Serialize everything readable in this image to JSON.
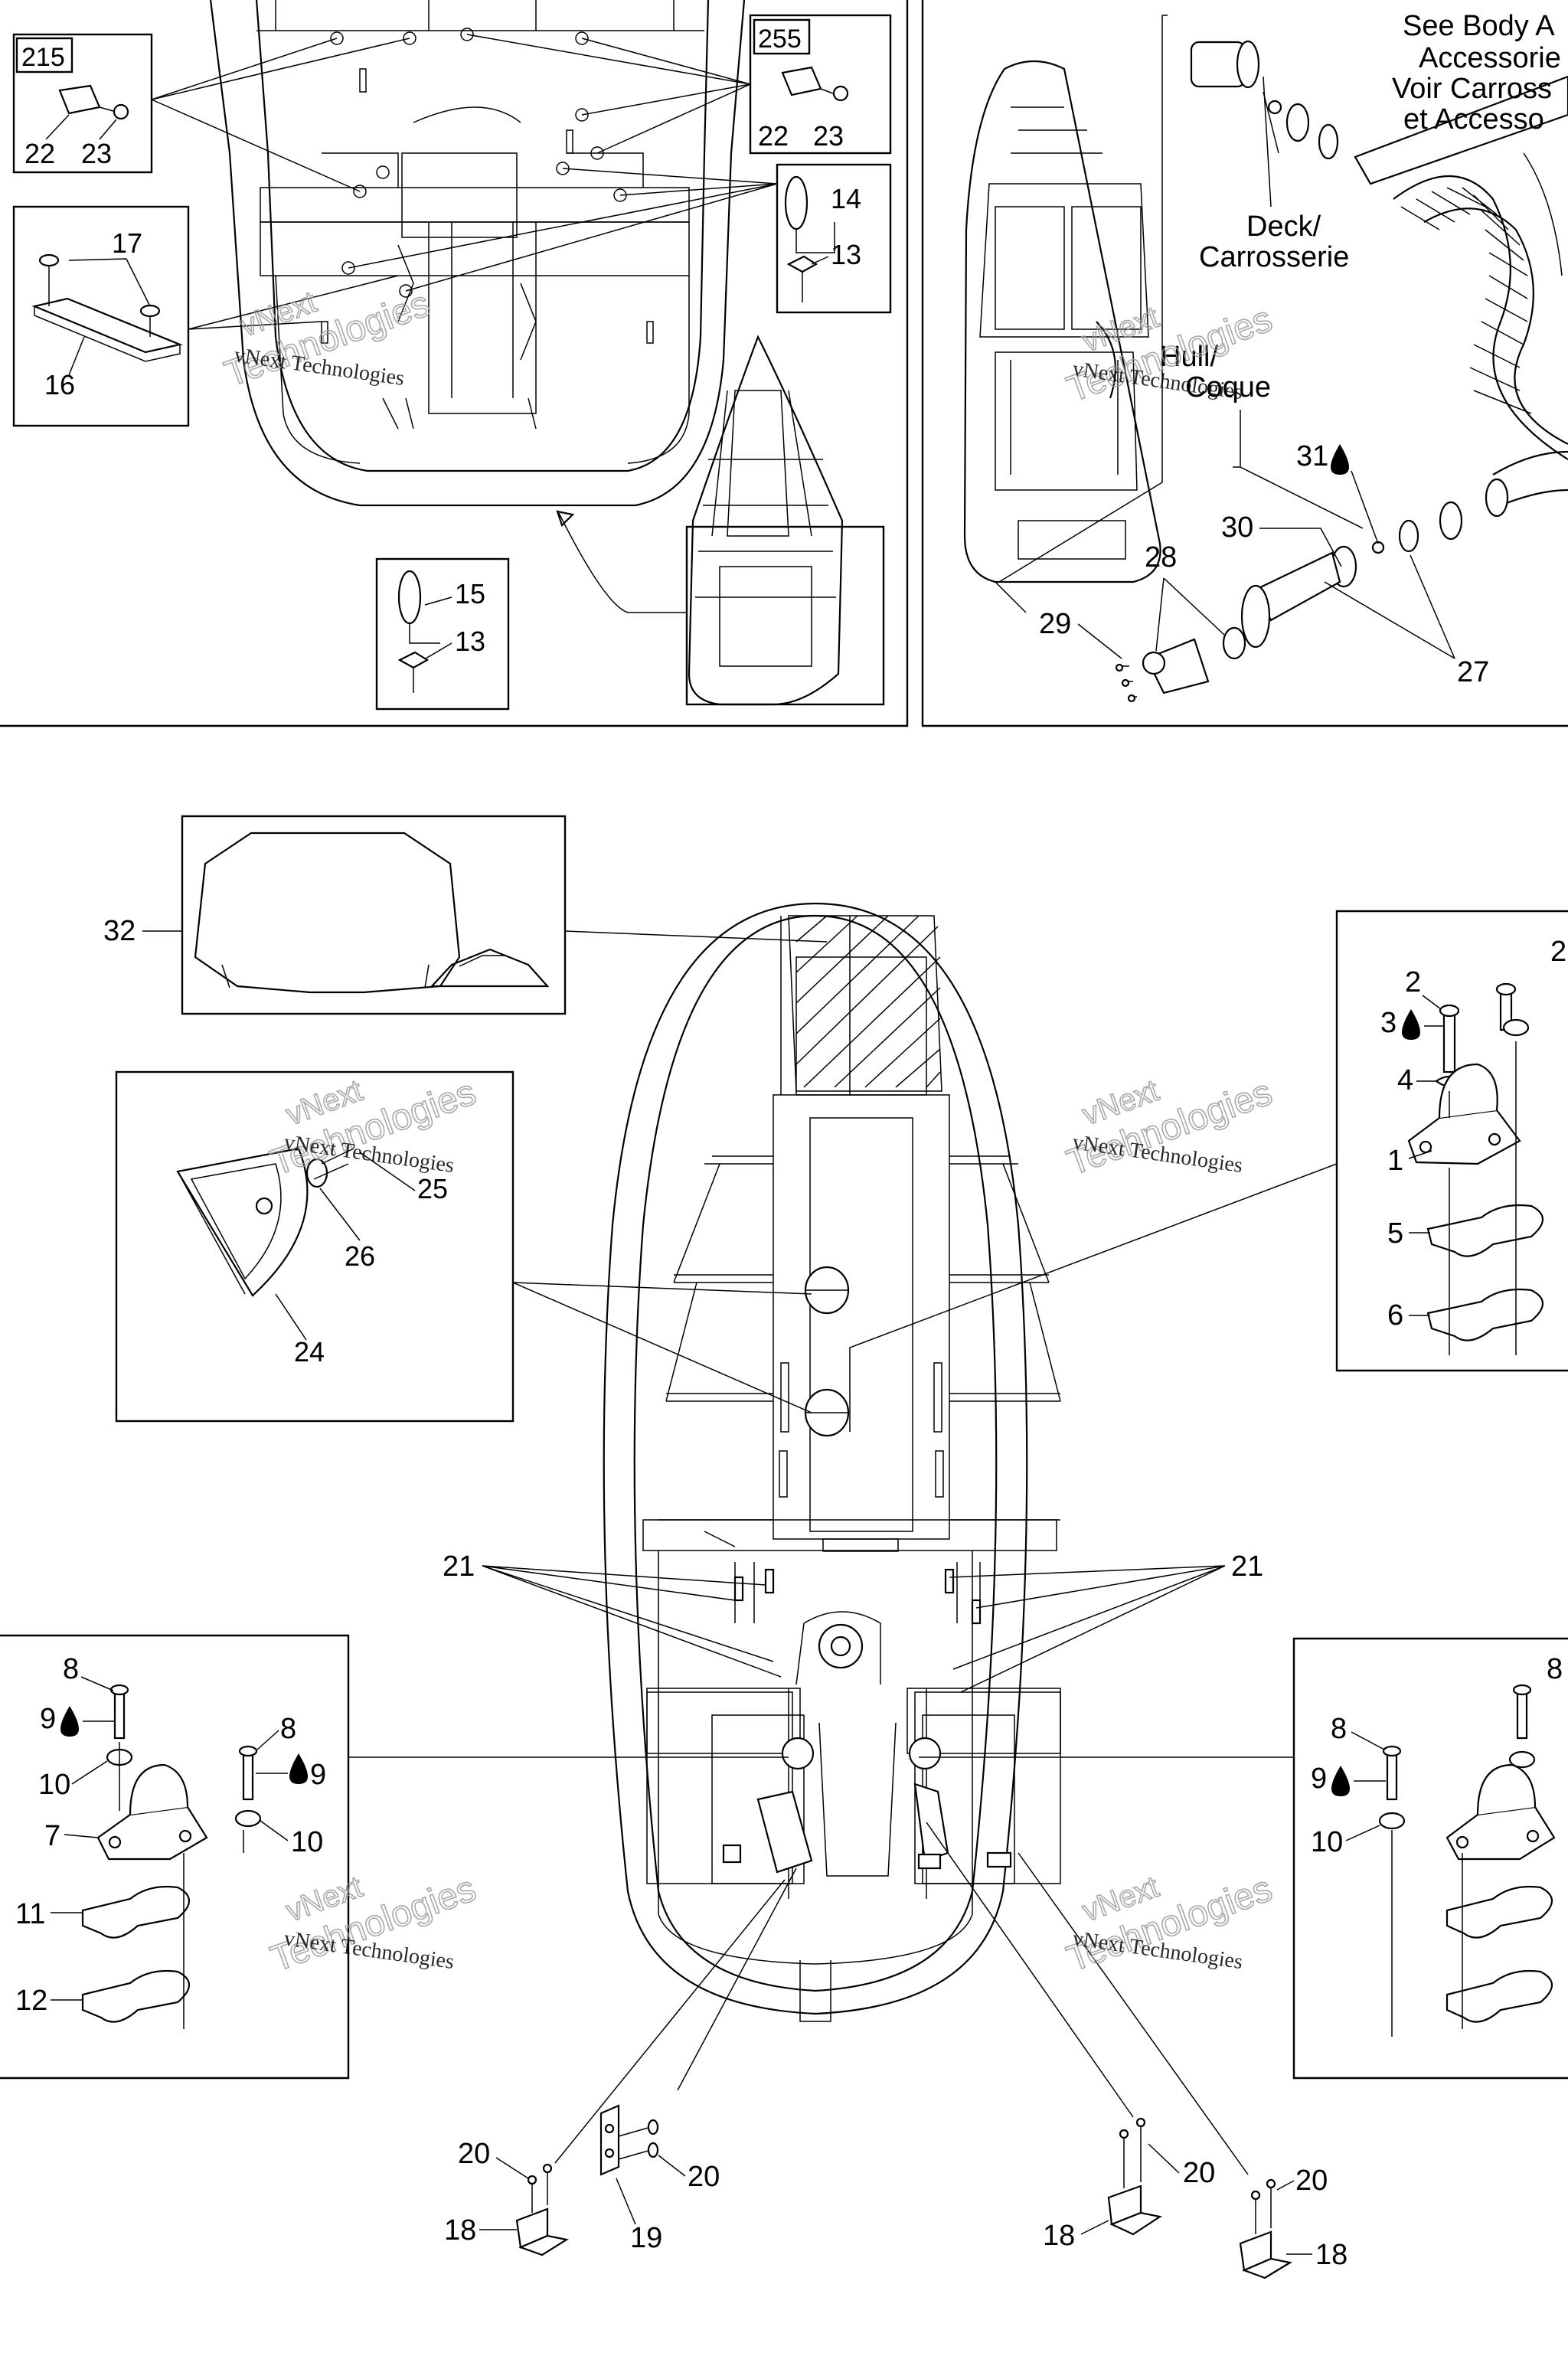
{
  "diagram": {
    "callouts": {
      "c1": "1",
      "c2": "2",
      "c3": "3",
      "c4": "4",
      "c5": "5",
      "c6": "6",
      "c7": "7",
      "c8": "8",
      "c9": "9",
      "c10": "10",
      "c11": "11",
      "c12": "12",
      "c13": "13",
      "c14": "14",
      "c15": "15",
      "c16": "16",
      "c17": "17",
      "c18": "18",
      "c19": "19",
      "c20": "20",
      "c21": "21",
      "c22": "22",
      "c23": "23",
      "c24": "24",
      "c25": "25",
      "c26": "26",
      "c27": "27",
      "c28": "28",
      "c29": "29",
      "c30": "30",
      "c31": "31",
      "c32": "32"
    },
    "boxed_labels": {
      "b215": "215",
      "b255": "255"
    },
    "labels": {
      "deck_en": "Deck/",
      "deck_fr": "Carrosserie",
      "hull_en": "Hull/",
      "hull_fr": "Coque",
      "see_1": "See Body A",
      "see_2": "Accessorie",
      "see_3": "Voir Carross",
      "see_4": "et Accesso"
    },
    "watermark": {
      "line1": "vNext",
      "line2": "Technologies",
      "full": "vNext Technologies"
    },
    "icons": {
      "thread_locker": "drop-icon"
    }
  }
}
